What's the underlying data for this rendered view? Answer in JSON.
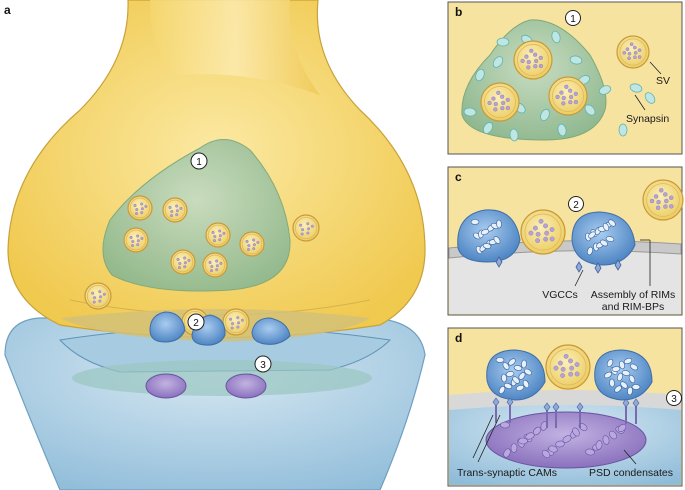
{
  "figure": {
    "panel_a": {
      "letter": "a",
      "markers": [
        "1",
        "2",
        "3"
      ]
    },
    "panel_b": {
      "letter": "b",
      "marker": "1",
      "labels": {
        "sv": "SV",
        "synapsin": "Synapsin"
      }
    },
    "panel_c": {
      "letter": "c",
      "marker": "2",
      "labels": {
        "vgccs": "VGCCs",
        "assembly_line1": "Assembly of RIMs",
        "assembly_line2": "and RIM-BPs"
      }
    },
    "panel_d": {
      "letter": "d",
      "marker": "3",
      "labels": {
        "cams": "Trans-synaptic CAMs",
        "psd": "PSD condensates"
      }
    }
  },
  "colors": {
    "axon_yellow": "#f3d36b",
    "terminal_yellow": "#f5d870",
    "condensate_green": "#a9c9a4",
    "vesicle_fill": "#f4dc85",
    "vesicle_ring": "#c99a3a",
    "rim_blue": "#6a9fd4",
    "postsynaptic_blue": "#b5d3e6",
    "psd_purple": "#9b85c6",
    "panel_border": "#555555",
    "synapsin_cyan": "#bfe6e3"
  }
}
